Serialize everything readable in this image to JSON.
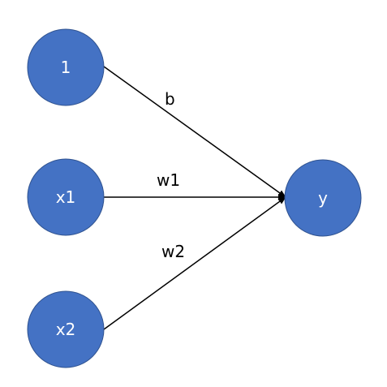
{
  "colors": {
    "node_fill": "#4472c4",
    "node_stroke": "#2f528f",
    "edge": "#000000",
    "node_text": "#ffffff",
    "label_text": "#000000"
  },
  "nodes": {
    "bias": {
      "label": "1"
    },
    "x1": {
      "label": "x1"
    },
    "x2": {
      "label": "x2"
    },
    "y": {
      "label": "y"
    }
  },
  "edges": {
    "bias_y": {
      "label": "b"
    },
    "x1_y": {
      "label": "w1"
    },
    "x2_y": {
      "label": "w2"
    }
  }
}
